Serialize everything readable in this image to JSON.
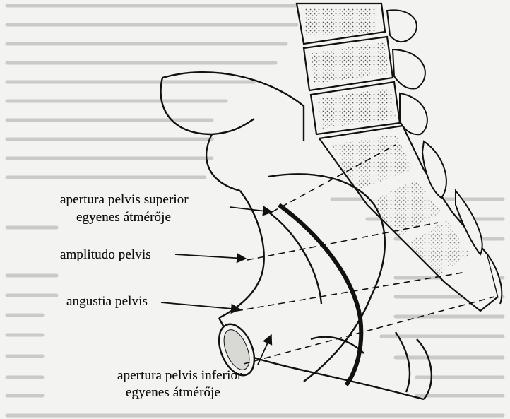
{
  "labels": {
    "apertura_superior_line1": "apertura pelvis superior",
    "apertura_superior_line2": "egyenes átmérője",
    "amplitudo": "amplitudo pelvis",
    "angustia": "angustia pelvis",
    "apertura_inferior_line1": "apertura pelvis inferior",
    "apertura_inferior_line2": "egyenes átmérője"
  },
  "colors": {
    "ink": "#111111",
    "paper": "#f3f3f1",
    "background_text": "#7a7a78"
  }
}
